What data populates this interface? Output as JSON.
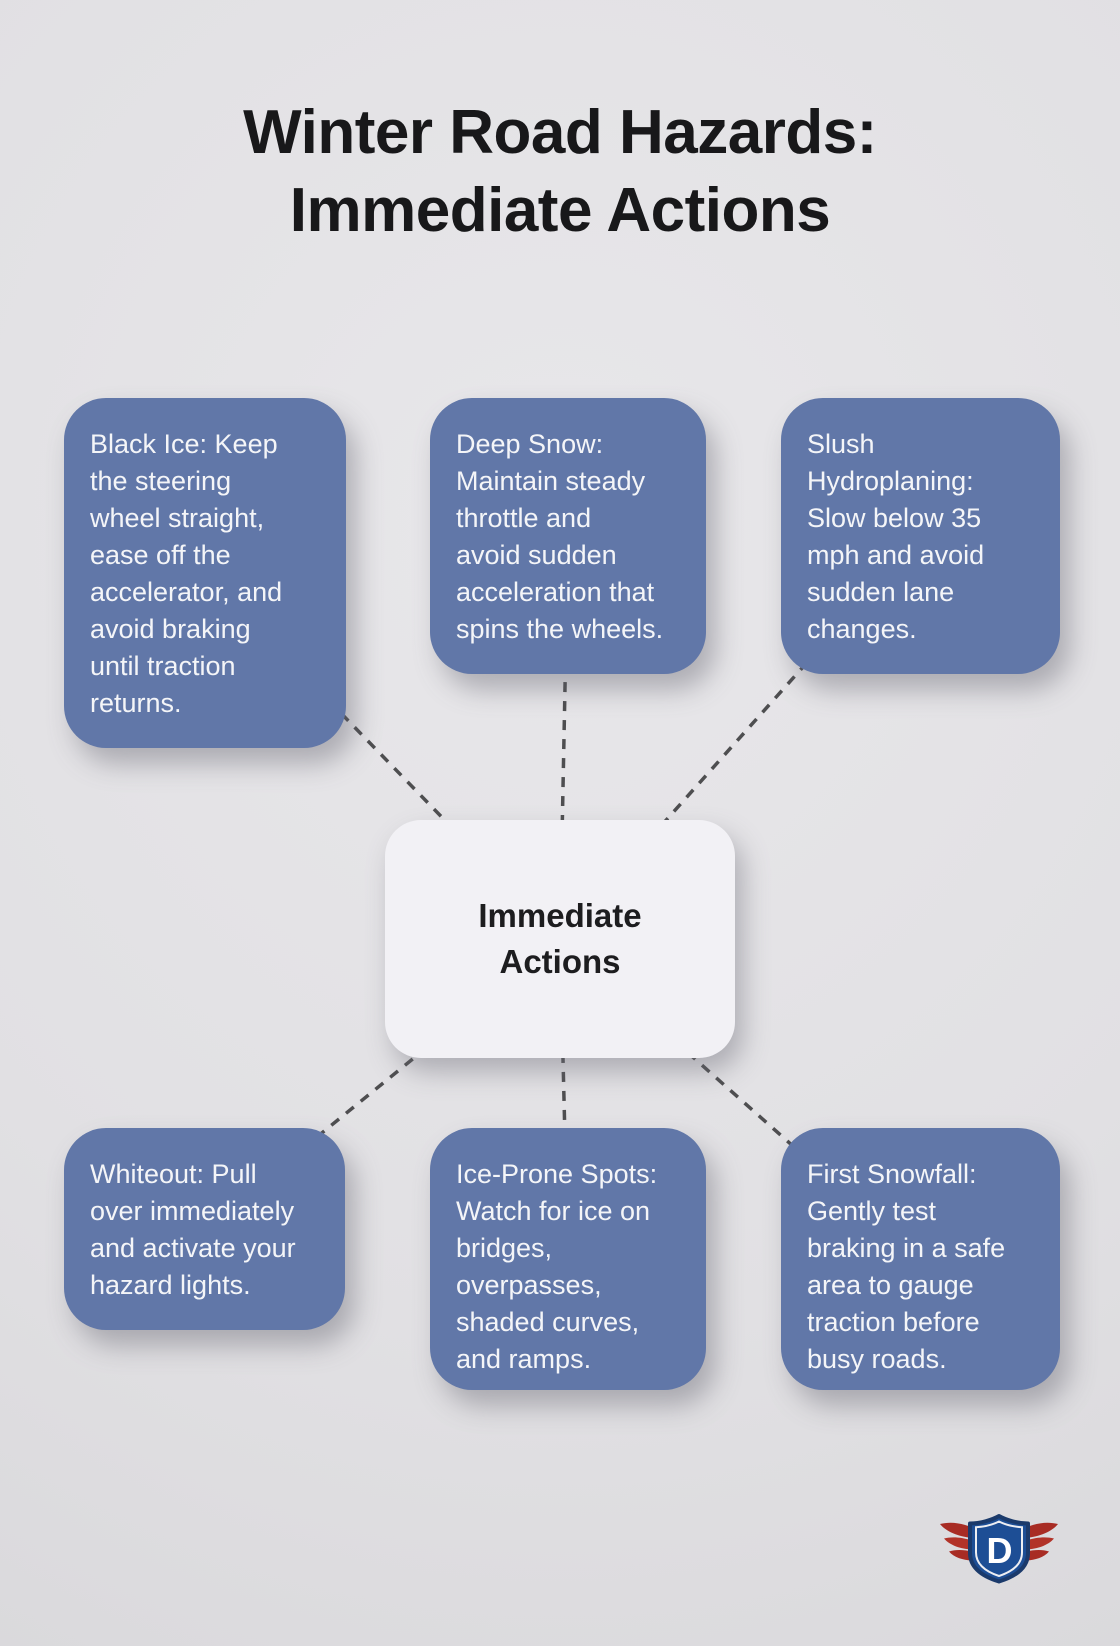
{
  "title": "Winter Road Hazards:\nImmediate Actions",
  "center": {
    "label": "Immediate\nActions"
  },
  "nodes": [
    {
      "id": "black-ice",
      "text": "Black Ice: Keep\nthe steering\nwheel straight,\nease off the\naccelerator, and\navoid braking\nuntil traction\nreturns."
    },
    {
      "id": "deep-snow",
      "text": "Deep Snow:\nMaintain steady\nthrottle and\navoid sudden\nacceleration that\nspins the wheels."
    },
    {
      "id": "slush-hydroplaning",
      "text": "Slush\nHydroplaning:\nSlow below 35\nmph and avoid\nsudden lane\nchanges."
    },
    {
      "id": "whiteout",
      "text": "Whiteout: Pull\nover immediately\nand activate your\nhazard lights."
    },
    {
      "id": "ice-prone-spots",
      "text": "Ice-Prone Spots:\nWatch for ice on\nbridges,\noverpasses,\nshaded curves,\nand ramps."
    },
    {
      "id": "first-snowfall",
      "text": "First Snowfall:\nGently test\nbraking in a safe\narea to gauge\ntraction before\nbusy roads."
    }
  ],
  "logo": {
    "letter": "D"
  },
  "colors": {
    "background": "#e1e0e3",
    "title_text": "#18181a",
    "node_fill": "#6177a8",
    "node_text": "#f4f5f8",
    "center_fill": "#f2f1f5",
    "connector": "#4e4e50",
    "logo_blue": "#1d4e95",
    "logo_navy": "#1b3a6b",
    "logo_red": "#b02f28"
  }
}
